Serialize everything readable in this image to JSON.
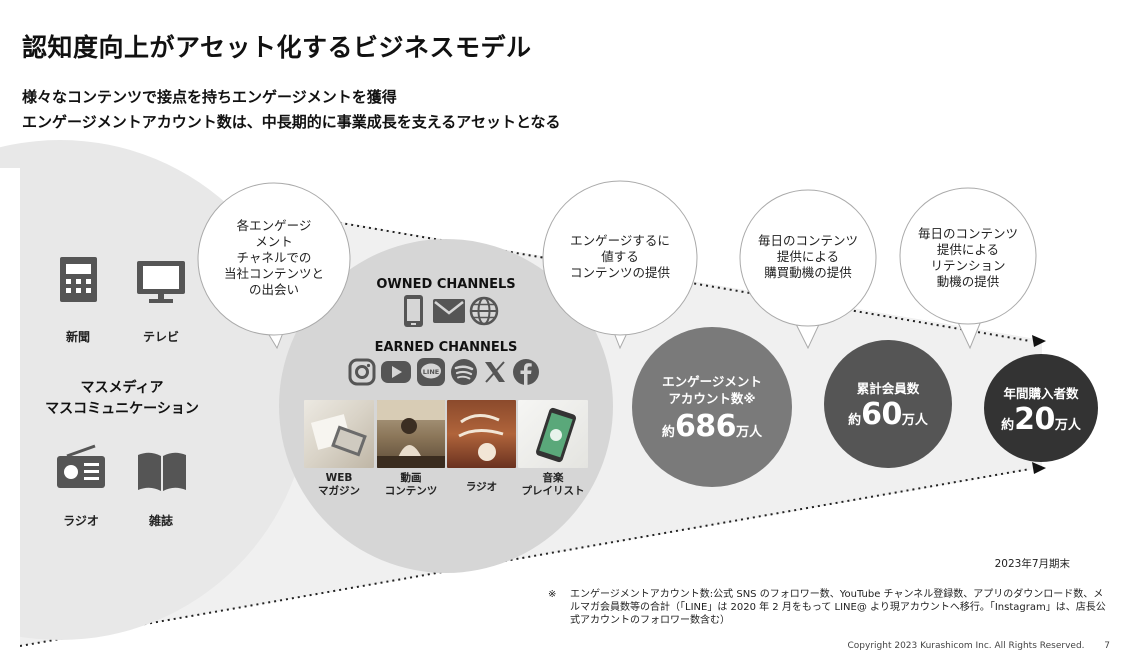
{
  "title": "認知度向上がアセット化するビジネスモデル",
  "subtitle_lines": [
    "様々なコンテンツで接点を持ちエンゲージメントを獲得",
    "エンゲージメントアカウント数は、中長期的に事業成長を支えるアセットとなる"
  ],
  "mass_media": {
    "title_lines": [
      "マスメディア",
      "マスコミュニケーション"
    ],
    "items": [
      {
        "label": "新聞",
        "icon": "newspaper-icon"
      },
      {
        "label": "テレビ",
        "icon": "tv-icon"
      },
      {
        "label": "ラジオ",
        "icon": "radio-icon"
      },
      {
        "label": "雑誌",
        "icon": "magazine-icon"
      }
    ]
  },
  "bubbles": [
    {
      "text": "各エンゲージ\nメント\nチャネルでの\n当社コンテンツと\nの出会い"
    },
    {
      "text": "エンゲージするに\n値する\nコンテンツの提供"
    },
    {
      "text": "毎日のコンテンツ\n提供による\n購買動機の提供"
    },
    {
      "text": "毎日のコンテンツ\n提供による\nリテンション\n動機の提供"
    }
  ],
  "channels": {
    "owned_title": "OWNED CHANNELS",
    "owned_icons": [
      "smartphone-icon",
      "mail-icon",
      "globe-icon"
    ],
    "earned_title": "EARNED CHANNELS",
    "earned_icons": [
      "instagram-icon",
      "youtube-icon",
      "line-icon",
      "spotify-icon",
      "x-icon",
      "facebook-icon"
    ],
    "contents": [
      {
        "caption": "WEB\nマガジン"
      },
      {
        "caption": "動画\nコンテンツ"
      },
      {
        "caption": "ラジオ"
      },
      {
        "caption": "音楽\nプレイリスト"
      }
    ]
  },
  "metrics": [
    {
      "label": "エンゲージメント\nアカウント数※",
      "prefix": "約",
      "number": "686",
      "suffix": "万人",
      "color": "#7a7a7a"
    },
    {
      "label": "累計会員数",
      "prefix": "約",
      "number": "60",
      "suffix": "万人",
      "color": "#555555"
    },
    {
      "label": "年間購入者数",
      "prefix": "約",
      "number": "20",
      "suffix": "万人",
      "color": "#333333"
    }
  ],
  "date_note": "2023年7月期末",
  "footnote": {
    "mark": "※",
    "text": "エンゲージメントアカウント数:公式 SNS のフォロワー数、YouTube チャンネル登録数、アプリのダウンロード数、メルマガ会員数等の合計（「LINE」は 2020 年 2 月をもって LINE@ より現アカウントへ移行。「Instagram」は、店長公式アカウントのフォロワー数含む）"
  },
  "copyright": "Copyright 2023 Kurashicom Inc. All Rights Reserved.",
  "page_number": "7"
}
